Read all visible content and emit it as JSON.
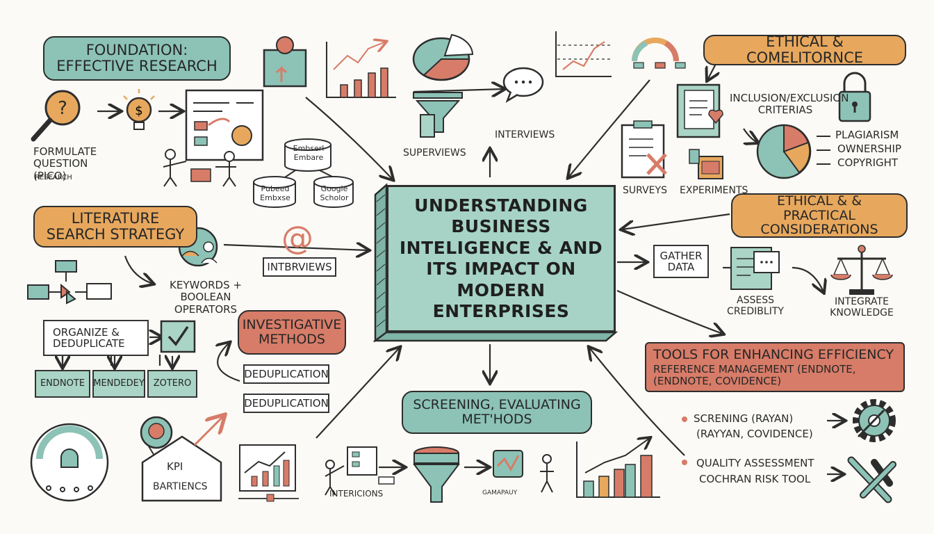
{
  "center": {
    "title": "UNDERSTANDING BUSINESS INTELIGENCE & AND ITS IMPACT ON MODERN ENTERPRISES"
  },
  "top_left": {
    "heading": "FOUNDATION: EFFECTIVE RESEARCH",
    "formulate": "FORMULATE QUESTION (PICO)",
    "research": "RESEARCH"
  },
  "databases": {
    "embase": "Embserl Embare",
    "pubmed": "Pubeed Embxse",
    "google": "Google Scholor"
  },
  "top_middle": {
    "superviews": "SUPERVIEWS",
    "interviews": "INTERVIEWS"
  },
  "top_right": {
    "heading": "ETHICAL & COMELITORNCE",
    "inclusion": "INCLUSION/EXCLUSION CRITERIAS",
    "surveys": "SURVEYS",
    "experiments": "EXPERIMENTS",
    "plagiarism": "PLAGIARISM",
    "ownership": "OWNERSHIP",
    "copyright": "COPYRIGHT"
  },
  "literature": {
    "heading": "LITERATURE SEARCH STRATEGY",
    "keywords": "KEYWORDS + BOOLEAN OPERATORS",
    "intbrviews": "INTBRVIEWS"
  },
  "organize": {
    "organize": "ORGANIZE & DEDUPLICATE",
    "endnote": "ENDNOTE",
    "mendedey": "MENDEDEY",
    "zotero": "ZOTERO"
  },
  "investigative": {
    "heading": "INVESTIGATIVE METHODS",
    "dedup1": "DEDUPLICATION",
    "dedup2": "DEDUPLICATION"
  },
  "ethical_practical": {
    "heading": "ETHICAL & & PRACTICAL CONSIDERATIONS",
    "gather": "GATHER DATA",
    "assess": "ASSESS CREDIBLITY",
    "integrate": "INTEGRATE KNOWLEDGE"
  },
  "tools": {
    "heading": "TOOLS FOR ENHANCING EFFICIENCY",
    "reference": "REFERENCE MANAGEMENT (ENDNOTE, (ENDNOTE, COVIDENCE)",
    "screning_a": "SCRENING   (RAYAN)",
    "screning_b": "(RAYYAN, COVIDENCE)",
    "quality_a": "QUALITY ASSESSMENT",
    "quality_b": "COCHRAN RISK TOOL"
  },
  "screening": {
    "heading": "SCREENING, EVALUATING MET'HODS"
  },
  "bottom": {
    "kpi": "KPI",
    "bartiencs": "BARTIENCS",
    "interictions": "INTERICIONS",
    "garapauy": "GAMAPAUY"
  },
  "colors": {
    "teal": "#8cc3b6",
    "orange": "#e7a85e",
    "red": "#d77c68",
    "ink": "#2d2d2d",
    "background": "#fbfaf6"
  }
}
